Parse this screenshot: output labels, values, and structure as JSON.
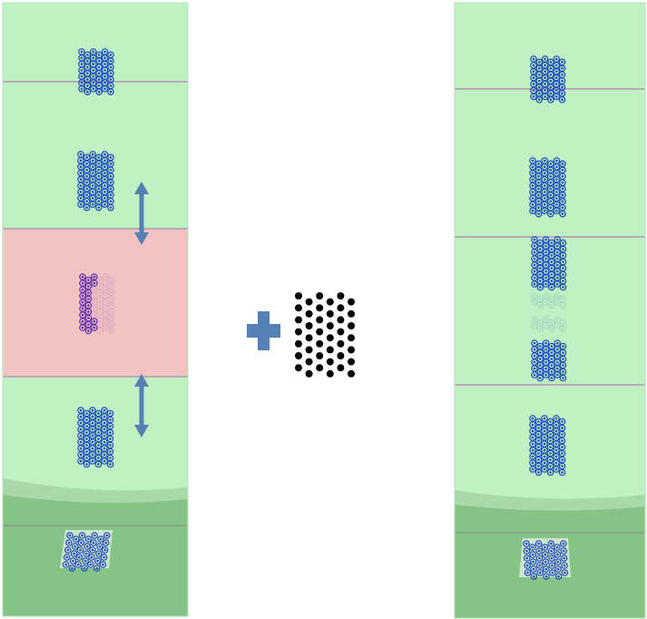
{
  "colors": {
    "page_background": "#ffffff",
    "panel_green": "#bff1c2",
    "panel_green_border": "#aee4b2",
    "panel_curve_band": "#a9d9a9",
    "panel_bottom_dark": "#86c387",
    "highlight_red": "#f2c3c3",
    "divider_line": "#b7a9b9",
    "dot_pattern_blue": "#1a46c0",
    "dot_pattern_purple": "#5a2aa8",
    "arrow_blue": "#5580b5",
    "plus_blue": "#5580b5",
    "reference_pattern_dots": "#000000"
  },
  "icons": {
    "plus": "plus-icon",
    "vertical_double_arrow": "double-arrow-vertical-icon"
  },
  "left_panel": {
    "rows": [
      {
        "name": "row-1",
        "tint": "green"
      },
      {
        "name": "row-2",
        "tint": "green"
      },
      {
        "name": "row-3-damaged",
        "tint": "red",
        "pattern_state": "partially-missing"
      },
      {
        "name": "row-4",
        "tint": "green"
      },
      {
        "name": "row-5-tilted",
        "tint": "dark-green",
        "pattern_state": "tilted"
      }
    ],
    "arrows": [
      {
        "name": "arrow-upper",
        "direction": "up-down"
      },
      {
        "name": "arrow-lower",
        "direction": "up-down"
      }
    ]
  },
  "right_panel": {
    "rows": [
      {
        "name": "row-1",
        "tint": "green"
      },
      {
        "name": "row-2",
        "tint": "green"
      },
      {
        "name": "row-3-repaired",
        "tint": "green",
        "pattern_state": "split-repaired"
      },
      {
        "name": "row-4",
        "tint": "green"
      },
      {
        "name": "row-5-tilted",
        "tint": "dark-green",
        "pattern_state": "tilted"
      }
    ]
  },
  "reference_pattern": {
    "columns": 6,
    "rows": 7,
    "layout": "staggered"
  }
}
